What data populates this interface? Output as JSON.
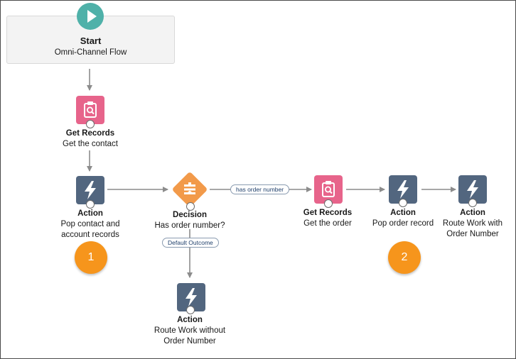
{
  "start": {
    "title": "Start",
    "subtitle": "Omni-Channel Flow"
  },
  "nodes": {
    "get_contact": {
      "title": "Get Records",
      "subtitle": "Get the contact",
      "icon": "record-lookup-icon"
    },
    "pop_contact": {
      "title": "Action",
      "subtitle_line1": "Pop contact and",
      "subtitle_line2": "account records",
      "icon": "lightning-bolt-icon"
    },
    "decision": {
      "title": "Decision",
      "subtitle": "Has order number?",
      "icon": "decision-icon"
    },
    "get_order": {
      "title": "Get Records",
      "subtitle": "Get the order",
      "icon": "record-lookup-icon"
    },
    "pop_order": {
      "title": "Action",
      "subtitle": "Pop order record",
      "icon": "lightning-bolt-icon"
    },
    "route_with": {
      "title": "Action",
      "subtitle_line1": "Route Work with",
      "subtitle_line2": "Order Number",
      "icon": "lightning-bolt-icon"
    },
    "route_without": {
      "title": "Action",
      "subtitle_line1": "Route Work without",
      "subtitle_line2": "Order Number",
      "icon": "lightning-bolt-icon"
    }
  },
  "connectors": {
    "has_order": "has order number",
    "default_outcome": "Default Outcome"
  },
  "badges": {
    "one": "1",
    "two": "2"
  },
  "colors": {
    "start": "#4fb1a9",
    "action": "#52667f",
    "get_records": "#e7648b",
    "decision": "#f29a4a",
    "badge": "#f6951c",
    "connector": "#8c8c8c"
  }
}
